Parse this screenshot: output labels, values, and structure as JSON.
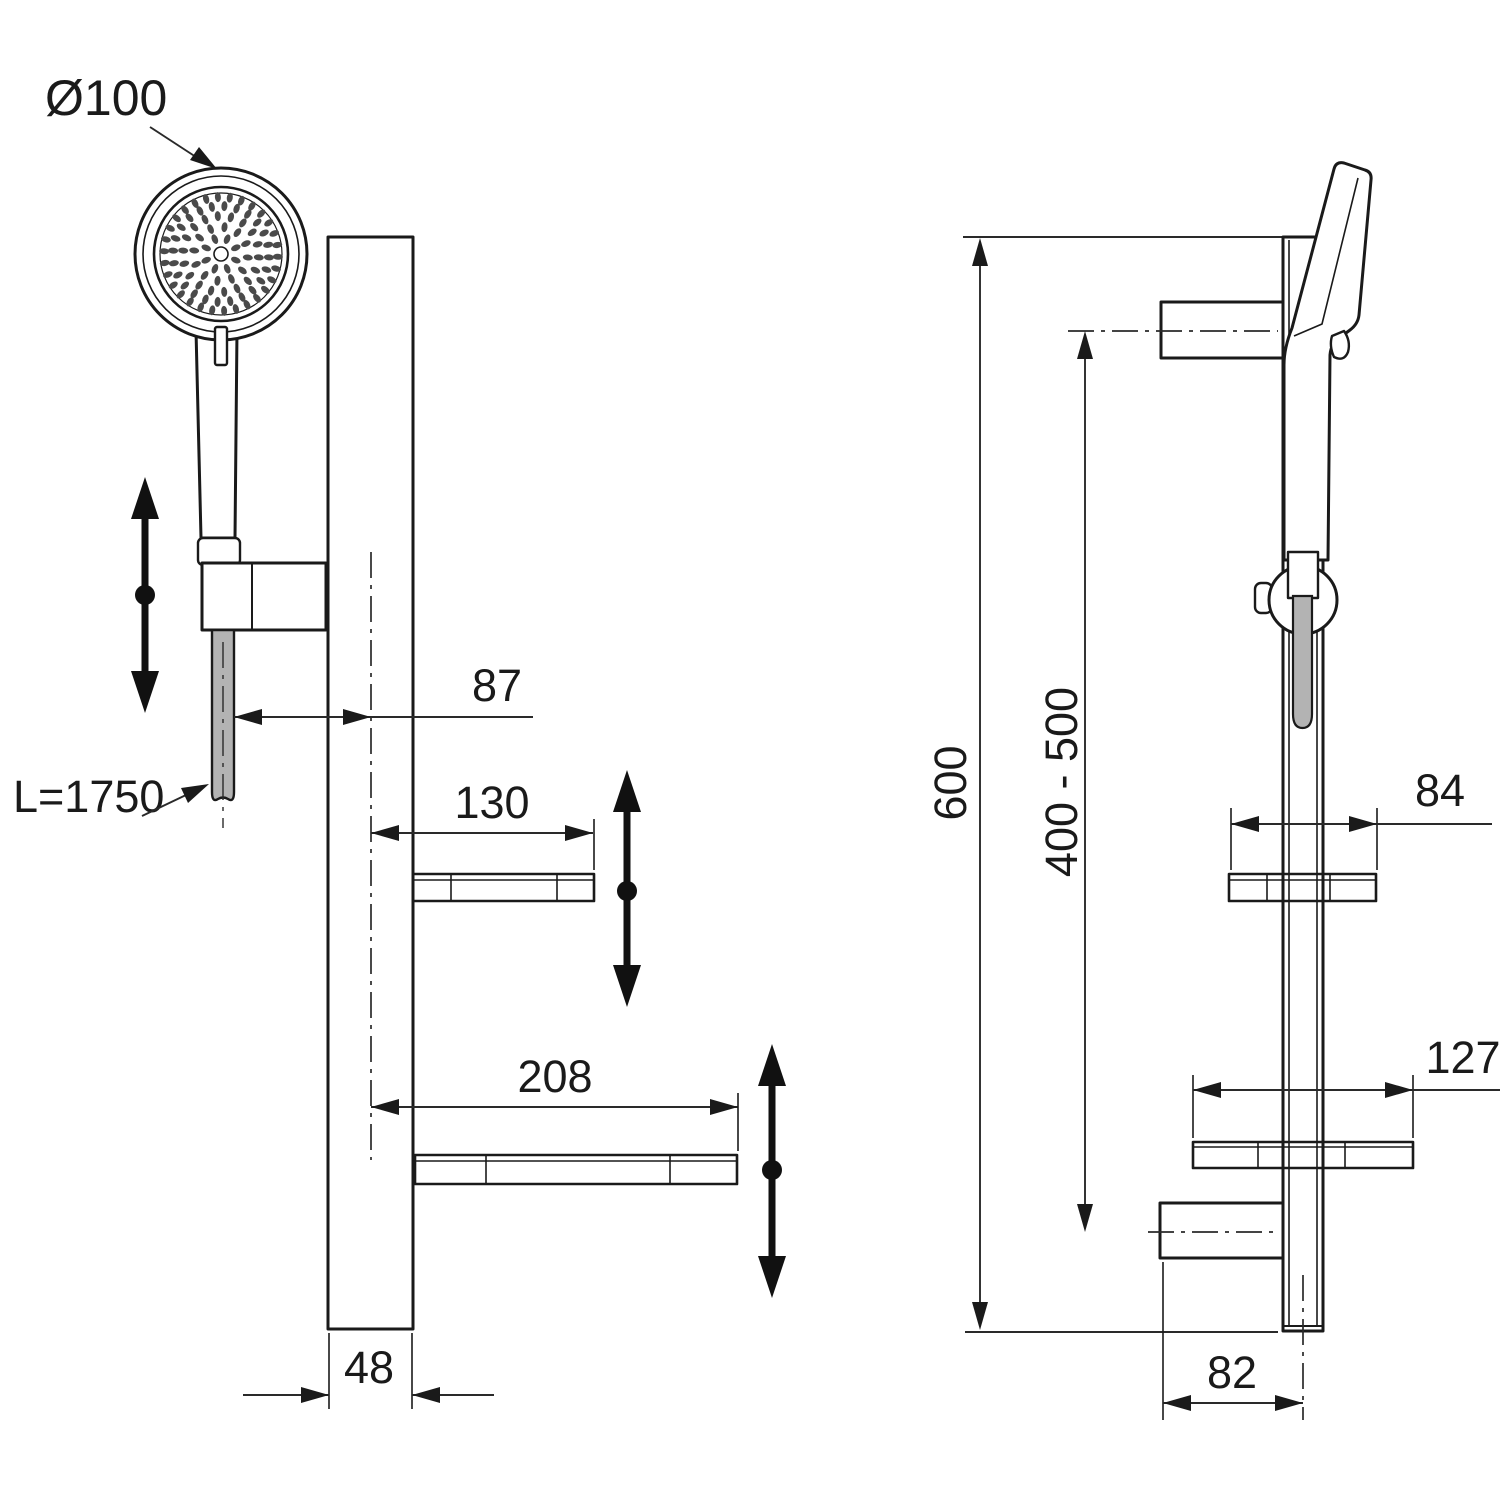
{
  "drawing": {
    "colors": {
      "line": "#1a1a1a",
      "hose_fill": "#b3b3b3",
      "spray_dot": "#4a4a4a",
      "background": "#ffffff"
    },
    "front_view": {
      "labels": {
        "head_diameter": "Ø100",
        "hose_length": "L=1750",
        "hose_to_rail_offset": "87",
        "small_shelf_depth": "130",
        "large_shelf_depth": "208",
        "rail_width": "48"
      }
    },
    "side_view": {
      "labels": {
        "rail_length": "600",
        "bracket_adjust_range": "400 - 500",
        "small_shelf_width": "84",
        "large_shelf_width": "127",
        "wall_to_axis": "82"
      }
    }
  }
}
